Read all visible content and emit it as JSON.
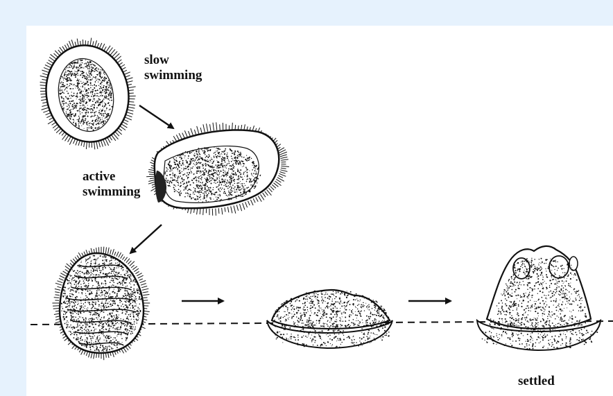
{
  "labels": {
    "slow_swimming": [
      "slow",
      "swimming"
    ],
    "active_swimming": [
      "active",
      "swimming"
    ],
    "settled": "settled"
  },
  "stages": [
    "slow-swimming-larva",
    "active-swimming-larva",
    "attaching-larva",
    "flattened-larva",
    "settled-polyp"
  ],
  "colors": {
    "background": "#e6f2fd",
    "panel": "#ffffff",
    "ink": "#111111"
  }
}
